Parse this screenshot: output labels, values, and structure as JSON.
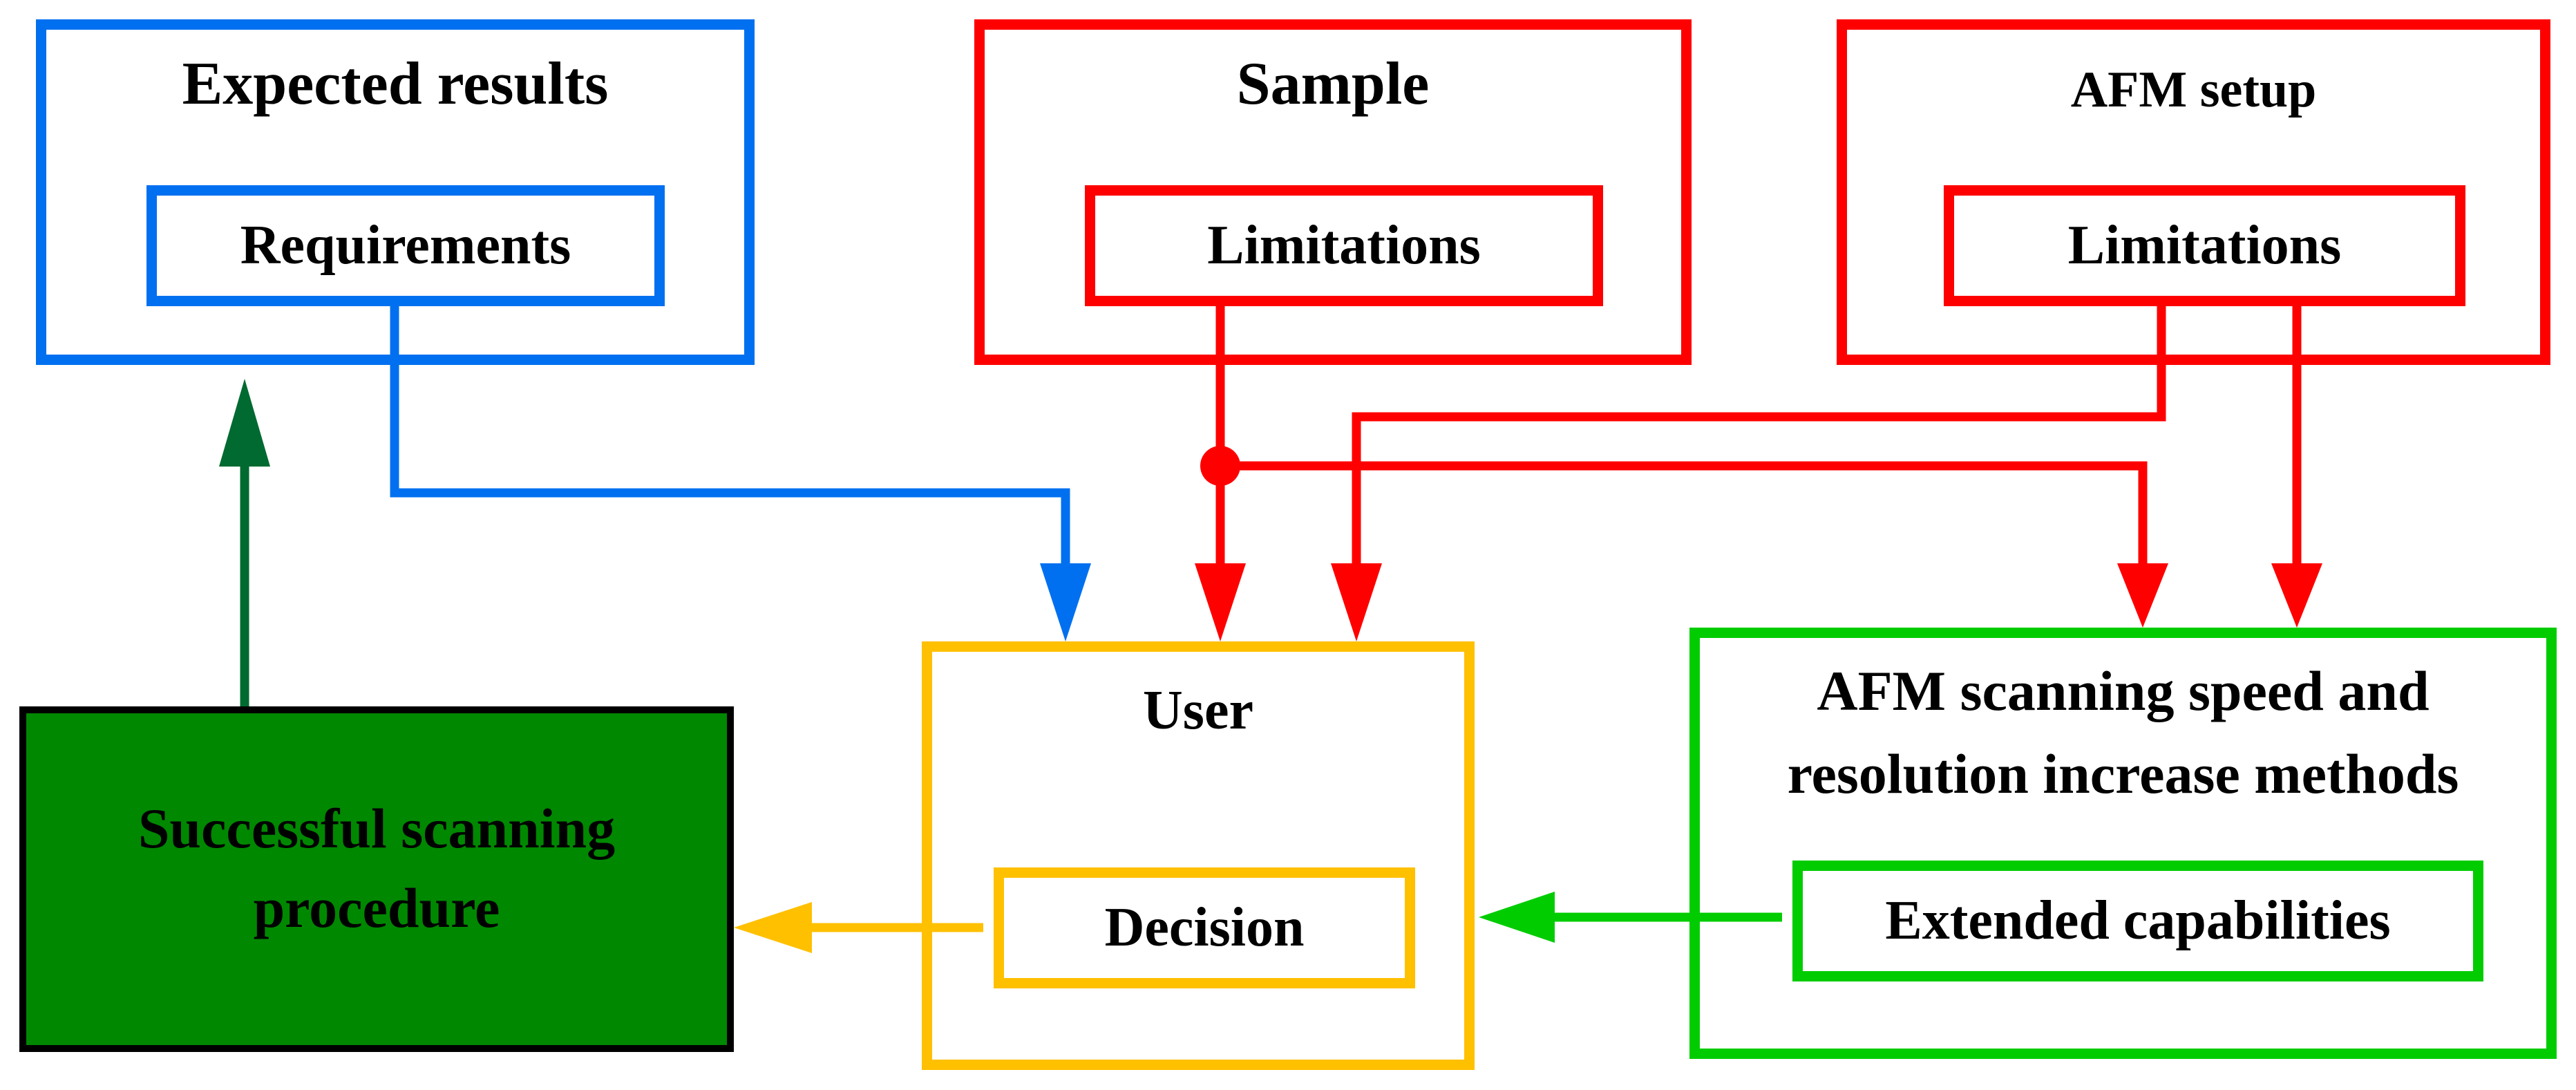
{
  "colors": {
    "blue": "#0070F0",
    "red": "#FF0000",
    "yellow": "#FFC000",
    "green": "#00CC00",
    "dark_green": "#008800",
    "dark_green_arrow": "#006A30"
  },
  "expected_results": {
    "title": "Expected results",
    "inner": "Requirements"
  },
  "sample": {
    "title": "Sample",
    "inner": "Limitations"
  },
  "afm_setup": {
    "title": "AFM setup",
    "inner": "Limitations"
  },
  "user": {
    "title": "User",
    "inner": "Decision"
  },
  "methods": {
    "title_line1": "AFM scanning speed and",
    "title_line2": "resolution increase methods",
    "inner": "Extended capabilities"
  },
  "success": {
    "line1": "Successful scanning",
    "line2": "procedure"
  }
}
